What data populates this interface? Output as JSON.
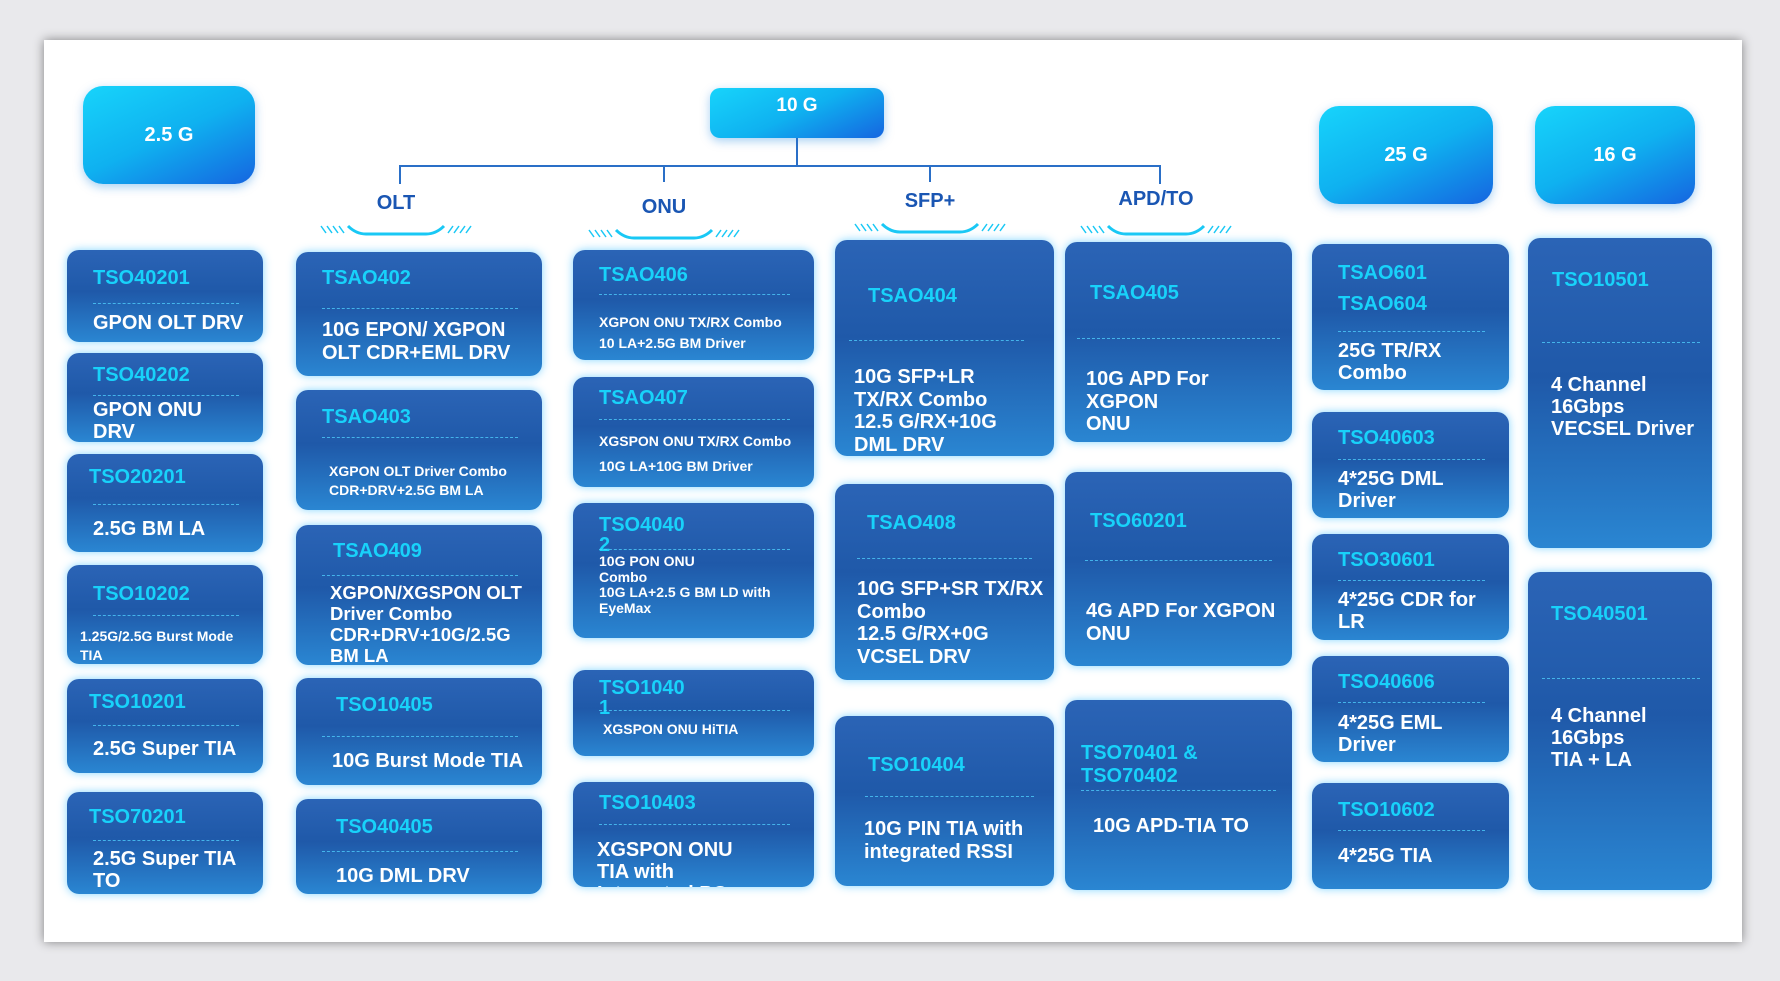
{
  "headers": {
    "g25": "2.5 G",
    "g10": "10 G",
    "g25b": "25 G",
    "g16": "16 G"
  },
  "subheaders": {
    "olt": "OLT",
    "onu": "ONU",
    "sfp": "SFP+",
    "apd": "APD/TO"
  },
  "col_2_5g": [
    {
      "code": "TSO40201",
      "desc": "GPON OLT DRV"
    },
    {
      "code": "TSO40202",
      "desc": "GPON ONU\nDRV"
    },
    {
      "code": "TSO20201",
      "desc": "2.5G BM  LA"
    },
    {
      "code": "TSO10202",
      "desc": "1.25G/2.5G Burst Mode\nTIA"
    },
    {
      "code": "TSO10201",
      "desc": "2.5G Super TIA"
    },
    {
      "code": "TSO70201",
      "desc": "2.5G Super TIA\nTO"
    }
  ],
  "col_olt": [
    {
      "code": "TSAO402",
      "desc": "10G EPON/ XGPON\nOLT CDR+EML DRV"
    },
    {
      "code": "TSAO403",
      "desc": "XGPON OLT Driver Combo\nCDR+DRV+2.5G BM LA"
    },
    {
      "code": "TSAO409",
      "desc": "XGPON/XGSPON OLT\nDriver Combo\nCDR+DRV+10G/2.5G\nBM LA"
    },
    {
      "code": "TSO10405",
      "desc": "10G Burst Mode TIA"
    },
    {
      "code": "TSO40405",
      "desc": "10G DML DRV"
    }
  ],
  "col_onu": [
    {
      "code": "TSAO406",
      "desc": "XGPON ONU TX/RX Combo\n10 LA+2.5G BM Driver"
    },
    {
      "code": "TSAO407",
      "desc": "XGSPON ONU TX/RX Combo\n10G LA+10G BM Driver"
    },
    {
      "code": "TSO4040\n2",
      "desc": "10G PON ONU\nCombo\n10G LA+2.5 G BM LD with\nEyeMax"
    },
    {
      "code": "TSO1040\n1",
      "desc": "XGSPON ONU HiTIA"
    },
    {
      "code": "TSO10403",
      "desc": "XGSPON ONU\nTIA with\nIntegrated PC"
    }
  ],
  "col_sfp": [
    {
      "code": "TSAO404",
      "desc": "10G SFP+LR\nTX/RX Combo\n12.5 G/RX+10G\nDML DRV"
    },
    {
      "code": "TSAO408",
      "desc": "10G SFP+SR TX/RX\nCombo\n12.5 G/RX+0G\nVCSEL DRV"
    },
    {
      "code": "TSO10404",
      "desc": "10G PIN TIA with\nintegrated RSSI"
    }
  ],
  "col_apd": [
    {
      "code": "TSAO405",
      "desc": "10G APD For XGPON\nONU"
    },
    {
      "code": "TSO60201",
      "desc": "4G APD For XGPON\nONU"
    },
    {
      "code": "TSO70401 &\nTSO70402",
      "desc": "10G APD-TIA TO"
    }
  ],
  "col_25g": [
    {
      "code": "TSAO601\nTSAO604",
      "desc": "25G TR/RX\nCombo"
    },
    {
      "code": "TSO40603",
      "desc": "4*25G DML\nDriver"
    },
    {
      "code": "TSO30601",
      "desc": "4*25G CDR for\nLR"
    },
    {
      "code": "TSO40606",
      "desc": "4*25G EML\nDriver"
    },
    {
      "code": "TSO10602",
      "desc": "4*25G TIA"
    }
  ],
  "col_16g": [
    {
      "code": "TSO10501",
      "desc": "4 Channel\n16Gbps\nVECSEL Driver"
    },
    {
      "code": "TSO40501",
      "desc": "4 Channel\n16Gbps\nTIA + LA"
    }
  ]
}
